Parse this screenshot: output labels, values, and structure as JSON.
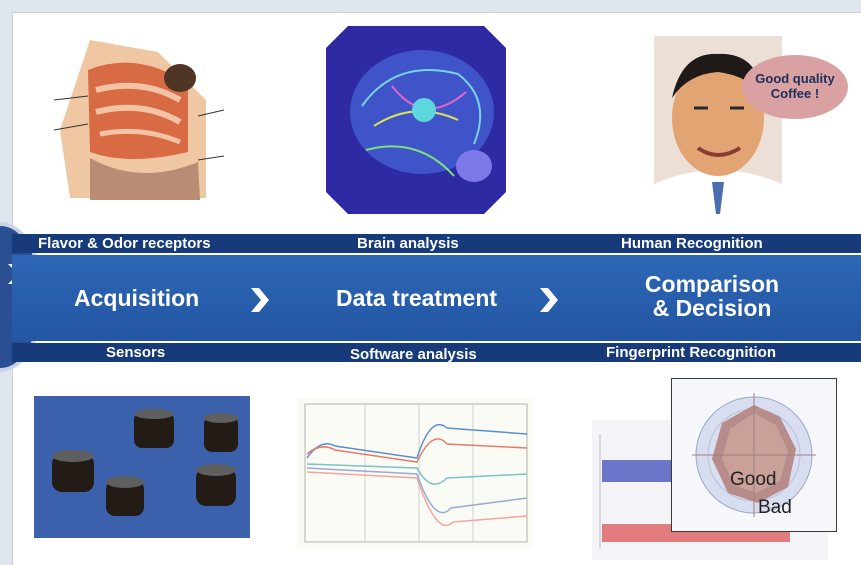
{
  "top_labels": {
    "receptors": "Flavor & Odor receptors",
    "brain": "Brain analysis",
    "human": "Human Recognition"
  },
  "process": {
    "acquisition": "Acquisition",
    "treatment": "Data treatment",
    "comparison_line1": "Comparison",
    "comparison_line2": "& Decision"
  },
  "bottom_labels": {
    "sensors": "Sensors",
    "software": "Software analysis",
    "fingerprint": "Fingerprint Recognition"
  },
  "speech_bubble": {
    "line1": "Good quality",
    "line2": "Coffee !"
  },
  "fingerprint": {
    "good": "Good",
    "bad": "Bad"
  },
  "colors": {
    "band": "#173a7a",
    "process": "#2d67b5",
    "text": "#ffffff"
  }
}
